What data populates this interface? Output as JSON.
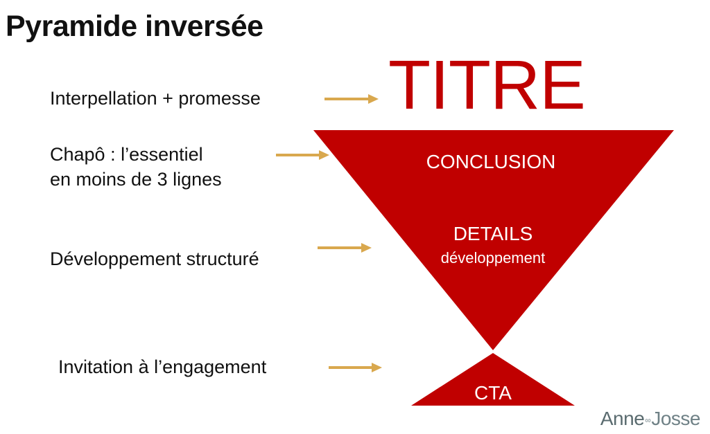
{
  "title": "Pyramide inversée",
  "logo": {
    "part1": "Anne",
    "separator": "∞",
    "part2": "Josse"
  },
  "colors": {
    "red": "#c00000",
    "arrow": "#d9a84e",
    "text": "#111111",
    "logo": "#5a6b6f"
  },
  "left_labels": [
    {
      "line1": "Interpellation + promesse",
      "line2": ""
    },
    {
      "line1": "Chapô : l’essentiel",
      "line2": "en moins de 3 lignes"
    },
    {
      "line1": "Développement structuré",
      "line2": ""
    },
    {
      "line1": "Invitation à l’engagement",
      "line2": ""
    }
  ],
  "pyramid": {
    "top_word": "TITRE",
    "sections": [
      {
        "label": "CONCLUSION",
        "sublabel": ""
      },
      {
        "label": "DETAILS",
        "sublabel": "développement"
      }
    ],
    "bottom": "CTA"
  },
  "arrows": [
    {
      "name": "arrow-to-titre-icon"
    },
    {
      "name": "arrow-to-conclusion-icon"
    },
    {
      "name": "arrow-to-details-icon"
    },
    {
      "name": "arrow-to-cta-icon"
    }
  ]
}
